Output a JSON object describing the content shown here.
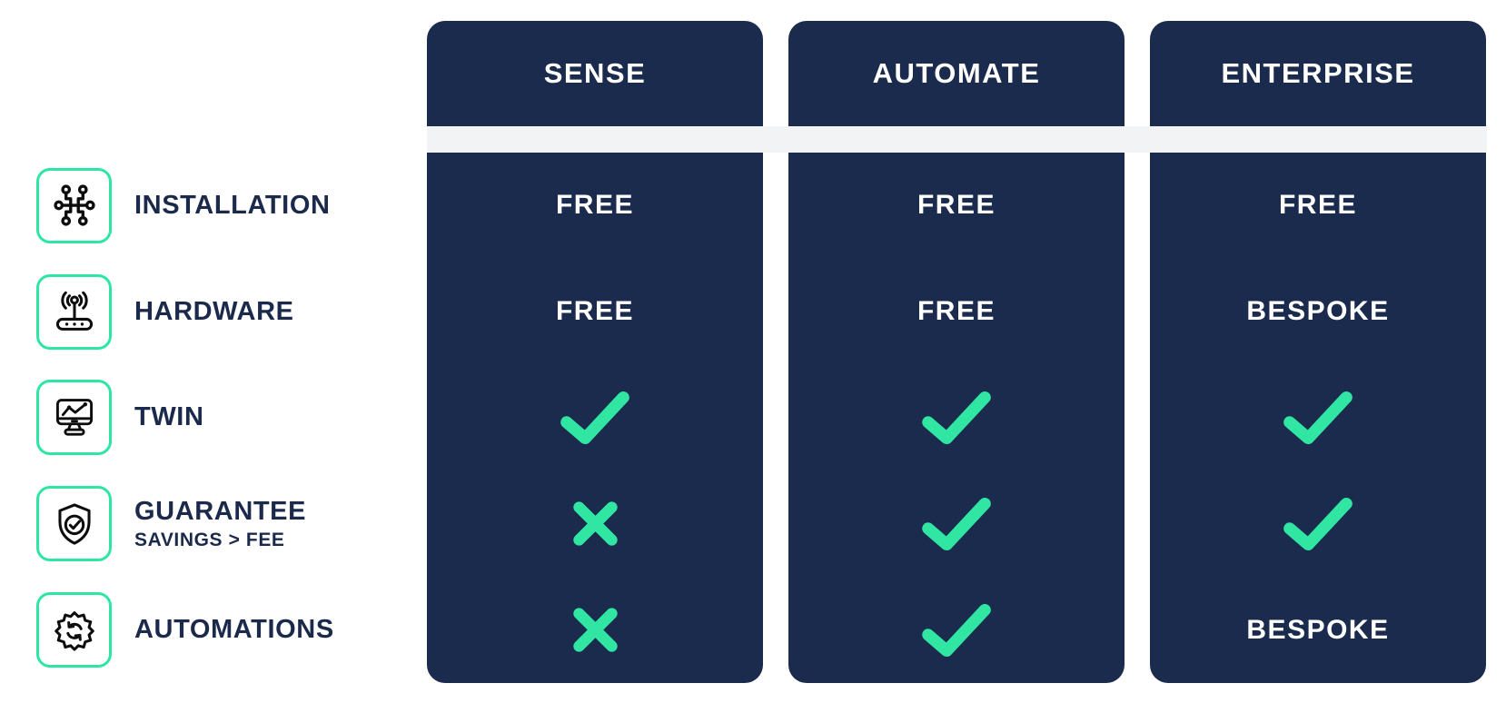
{
  "colors": {
    "navy": "#1a2b4d",
    "green": "#30e6a2",
    "icon_border_green": "#2de6a3",
    "band_gray": "#f2f3f5",
    "label_navy": "#1b2a4b"
  },
  "features": [
    {
      "icon": "installation-icon",
      "label": "INSTALLATION"
    },
    {
      "icon": "hardware-icon",
      "label": "HARDWARE"
    },
    {
      "icon": "twin-icon",
      "label": "TWIN"
    },
    {
      "icon": "guarantee-icon",
      "label": "GUARANTEE",
      "sublabel": "SAVINGS > FEE"
    },
    {
      "icon": "automations-icon",
      "label": "AUTOMATIONS"
    }
  ],
  "plans": [
    {
      "name": "SENSE",
      "cells": [
        {
          "type": "text",
          "value": "FREE"
        },
        {
          "type": "text",
          "value": "FREE"
        },
        {
          "type": "mark",
          "value": "check"
        },
        {
          "type": "mark",
          "value": "cross"
        },
        {
          "type": "mark",
          "value": "cross"
        }
      ]
    },
    {
      "name": "AUTOMATE",
      "cells": [
        {
          "type": "text",
          "value": "FREE"
        },
        {
          "type": "text",
          "value": "FREE"
        },
        {
          "type": "mark",
          "value": "check"
        },
        {
          "type": "mark",
          "value": "check"
        },
        {
          "type": "mark",
          "value": "check"
        }
      ]
    },
    {
      "name": "ENTERPRISE",
      "cells": [
        {
          "type": "text",
          "value": "FREE"
        },
        {
          "type": "text",
          "value": "BESPOKE"
        },
        {
          "type": "mark",
          "value": "check"
        },
        {
          "type": "mark",
          "value": "check"
        },
        {
          "type": "text",
          "value": "BESPOKE"
        }
      ]
    }
  ],
  "chart_data": {
    "type": "table",
    "title": "Plan feature comparison",
    "columns": [
      "SENSE",
      "AUTOMATE",
      "ENTERPRISE"
    ],
    "rows": [
      "INSTALLATION",
      "HARDWARE",
      "TWIN",
      "GUARANTEE (SAVINGS > FEE)",
      "AUTOMATIONS"
    ],
    "cells": [
      [
        "FREE",
        "FREE",
        "FREE"
      ],
      [
        "FREE",
        "FREE",
        "BESPOKE"
      ],
      [
        "yes",
        "yes",
        "yes"
      ],
      [
        "no",
        "yes",
        "yes"
      ],
      [
        "no",
        "yes",
        "BESPOKE"
      ]
    ]
  }
}
